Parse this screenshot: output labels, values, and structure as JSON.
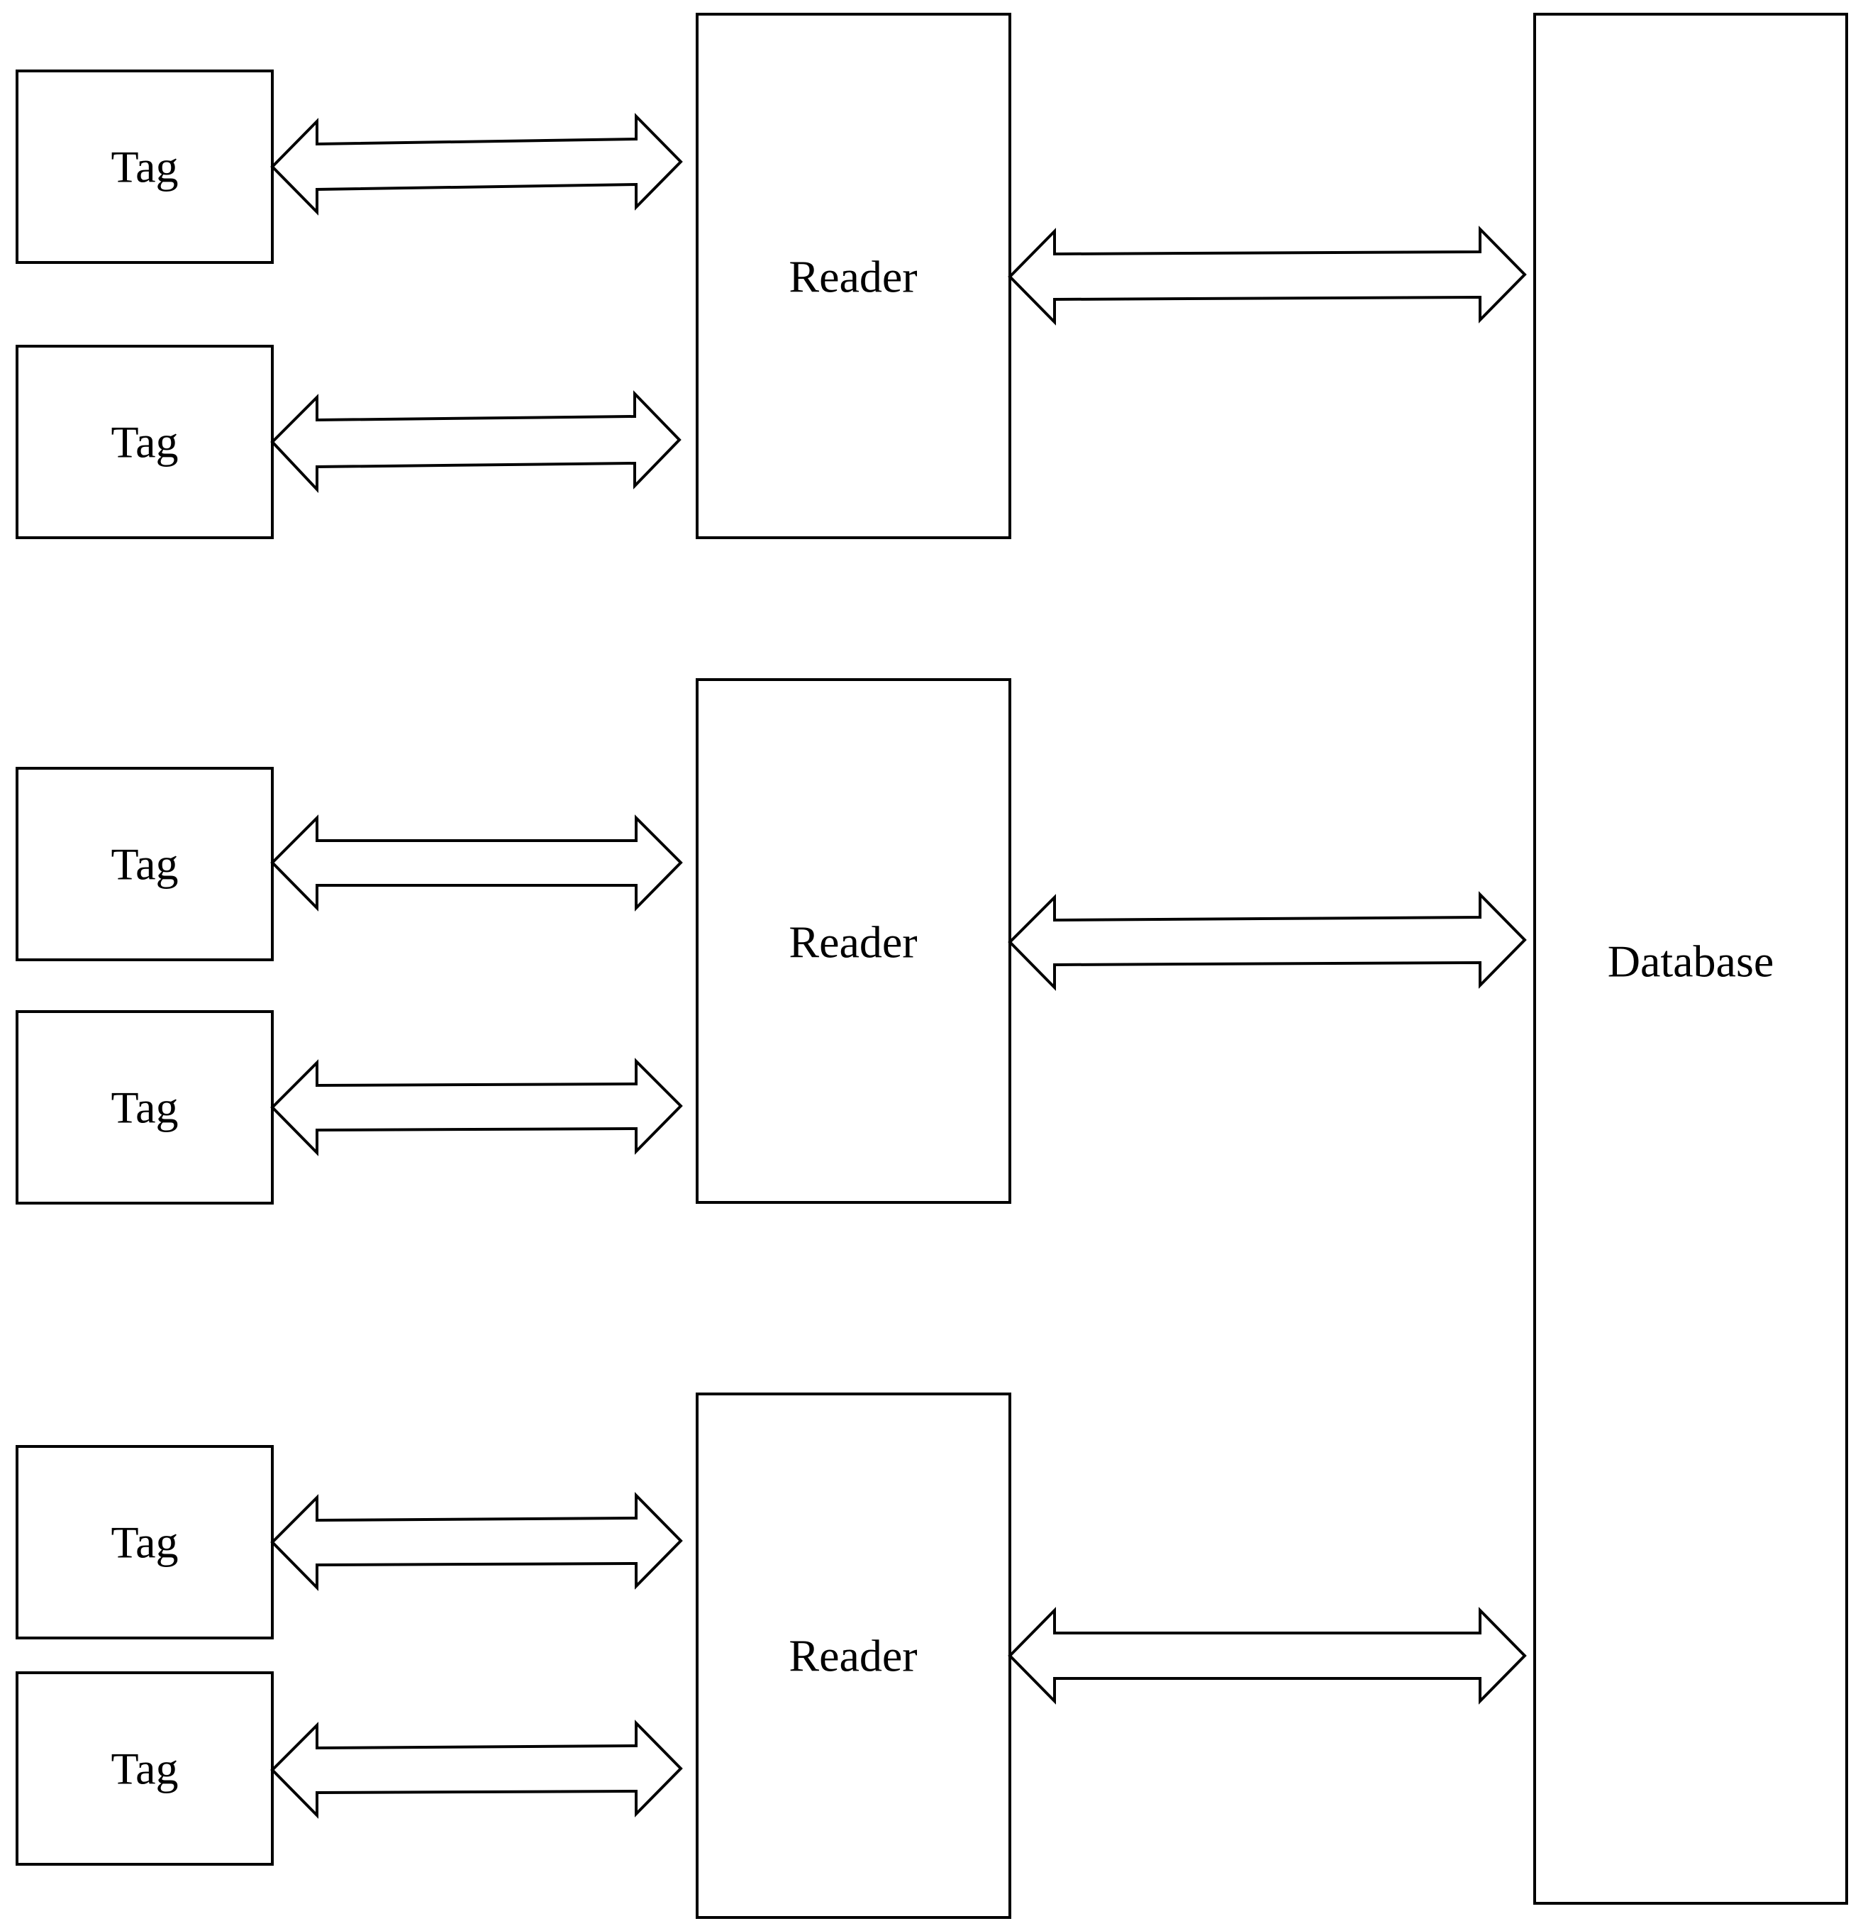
{
  "diagram": {
    "tags": [
      {
        "label": "Tag"
      },
      {
        "label": "Tag"
      },
      {
        "label": "Tag"
      },
      {
        "label": "Tag"
      },
      {
        "label": "Tag"
      },
      {
        "label": "Tag"
      }
    ],
    "readers": [
      {
        "label": "Reader"
      },
      {
        "label": "Reader"
      },
      {
        "label": "Reader"
      }
    ],
    "database": {
      "label": "Database"
    },
    "connections": [
      {
        "from": "tag-1",
        "to": "reader-1",
        "type": "bidirectional"
      },
      {
        "from": "tag-2",
        "to": "reader-1",
        "type": "bidirectional"
      },
      {
        "from": "tag-3",
        "to": "reader-2",
        "type": "bidirectional"
      },
      {
        "from": "tag-4",
        "to": "reader-2",
        "type": "bidirectional"
      },
      {
        "from": "tag-5",
        "to": "reader-3",
        "type": "bidirectional"
      },
      {
        "from": "tag-6",
        "to": "reader-3",
        "type": "bidirectional"
      },
      {
        "from": "reader-1",
        "to": "database",
        "type": "bidirectional"
      },
      {
        "from": "reader-2",
        "to": "database",
        "type": "bidirectional"
      },
      {
        "from": "reader-3",
        "to": "database",
        "type": "bidirectional"
      }
    ],
    "colors": {
      "stroke": "#000000",
      "fill": "#ffffff"
    }
  }
}
